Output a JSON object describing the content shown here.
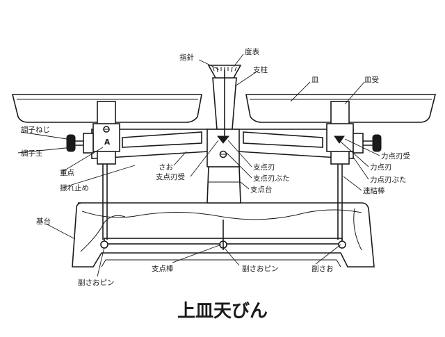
{
  "title": "上皿天びん",
  "labels": {
    "pointer": "指針",
    "scale": "度表",
    "pillar": "支柱",
    "pan": "皿",
    "pan_holder": "皿受",
    "adjusting_screw": "調子ねじ",
    "adjusting_nut": "調子王",
    "gravity_point": "重点",
    "swing_stopper": "振れ止め",
    "base": "基台",
    "weight_mark": "さお",
    "fulcrum_edge_holder": "支点刃受",
    "fulcrum_edge": "支点刃",
    "fulcrum_edge_cover": "支点刃ぶた",
    "fulcrum_base": "支点台",
    "load_point_edge_holder": "力点刃受",
    "load_point_edge": "力点刃",
    "load_point_edge_cover": "力点刃ぶた",
    "connecting_rod": "連結棒",
    "fulcrum_rod": "支点棒",
    "sub_beam_pin_center": "副さおピン",
    "sub_beam": "副さお",
    "sub_beam_pin_left": "副さおピン"
  },
  "marks": {
    "left_letter": "A"
  }
}
